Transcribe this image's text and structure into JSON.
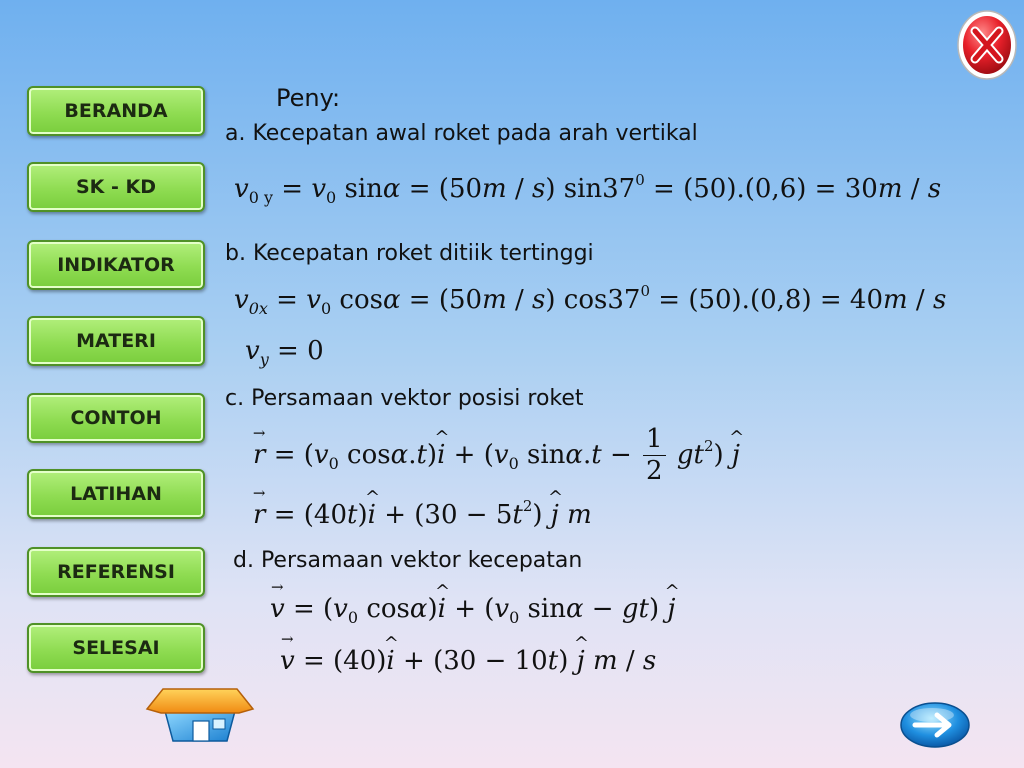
{
  "nav": {
    "items": [
      {
        "label": "BERANDA"
      },
      {
        "label": "SK - KD"
      },
      {
        "label": "INDIKATOR"
      },
      {
        "label": "MATERI"
      },
      {
        "label": "CONTOH"
      },
      {
        "label": "LATIHAN"
      },
      {
        "label": "REFERENSI"
      },
      {
        "label": "SELESAI"
      }
    ]
  },
  "content": {
    "heading": "Peny:",
    "part_a": "a. Kecepatan awal roket pada arah vertikal",
    "part_b": "b. Kecepatan roket ditiik tertinggi",
    "part_c": "c. Persamaan vektor posisi roket",
    "part_d": "d. Persamaan vektor kecepatan"
  },
  "equations": {
    "a_sub": "0 y",
    "a_sub2": "0",
    "a_num": "50",
    "a_angle": "37",
    "a_exp": "0",
    "a_calc": "(50).(0,6)",
    "a_result": "30",
    "b_sub": "0x",
    "b_sub2": "0",
    "b_num": "50",
    "b_angle": "37",
    "b_exp": "0",
    "b_calc": "(50).(0,8)",
    "b_result": "40",
    "vy_sub": "y",
    "vy_value": "0",
    "c1_sub": "0",
    "c1_sub2": "0",
    "c1_frac_num": "1",
    "c1_frac_den": "2",
    "c1_exp": "2",
    "c2_coef1": "40",
    "c2_const": "30",
    "c2_coef2": "5",
    "c2_exp": "2",
    "d1_sub": "0",
    "d1_sub2": "0",
    "d2_coef1": "40",
    "d2_const": "30",
    "d2_coef2": "10"
  },
  "colors": {
    "nav_button": "#8fdc52",
    "close_button": "#e8202a",
    "background_top": "#6fb0ef",
    "background_bottom": "#f4e4f1"
  },
  "icons": {
    "close": "close-x-icon",
    "home": "home-icon",
    "next": "right-arrow-icon"
  }
}
